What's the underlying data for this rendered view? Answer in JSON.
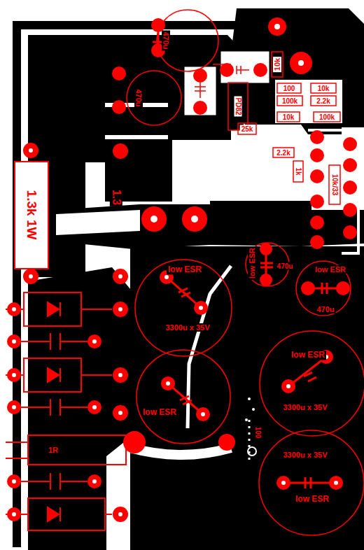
{
  "diagram": {
    "nodes": [
      {
        "text": [
          "1.3k 1W"
        ]
      },
      {
        "text": [
          "470u"
        ]
      },
      {
        "text": [
          "470u"
        ]
      },
      {
        "text": [
          "low ESR",
          "3300u x 35V"
        ]
      },
      {
        "text": [
          "low ESR",
          "470u"
        ]
      },
      {
        "text": [
          "low ESR",
          "470u"
        ]
      },
      {
        "text": [
          "low ESR"
        ]
      },
      {
        "text": [
          "low ESR",
          "3300u x 35V"
        ]
      },
      {
        "text": [
          "3300u x 35V",
          "low ESR"
        ]
      }
    ],
    "labels": [
      "10k",
      "PD82",
      "25k",
      "100",
      "10k",
      "100k",
      "2.2k",
      "10k",
      "100k",
      "2.2k",
      "1k",
      "10k/33",
      "1.3",
      "100",
      "1R"
    ]
  }
}
